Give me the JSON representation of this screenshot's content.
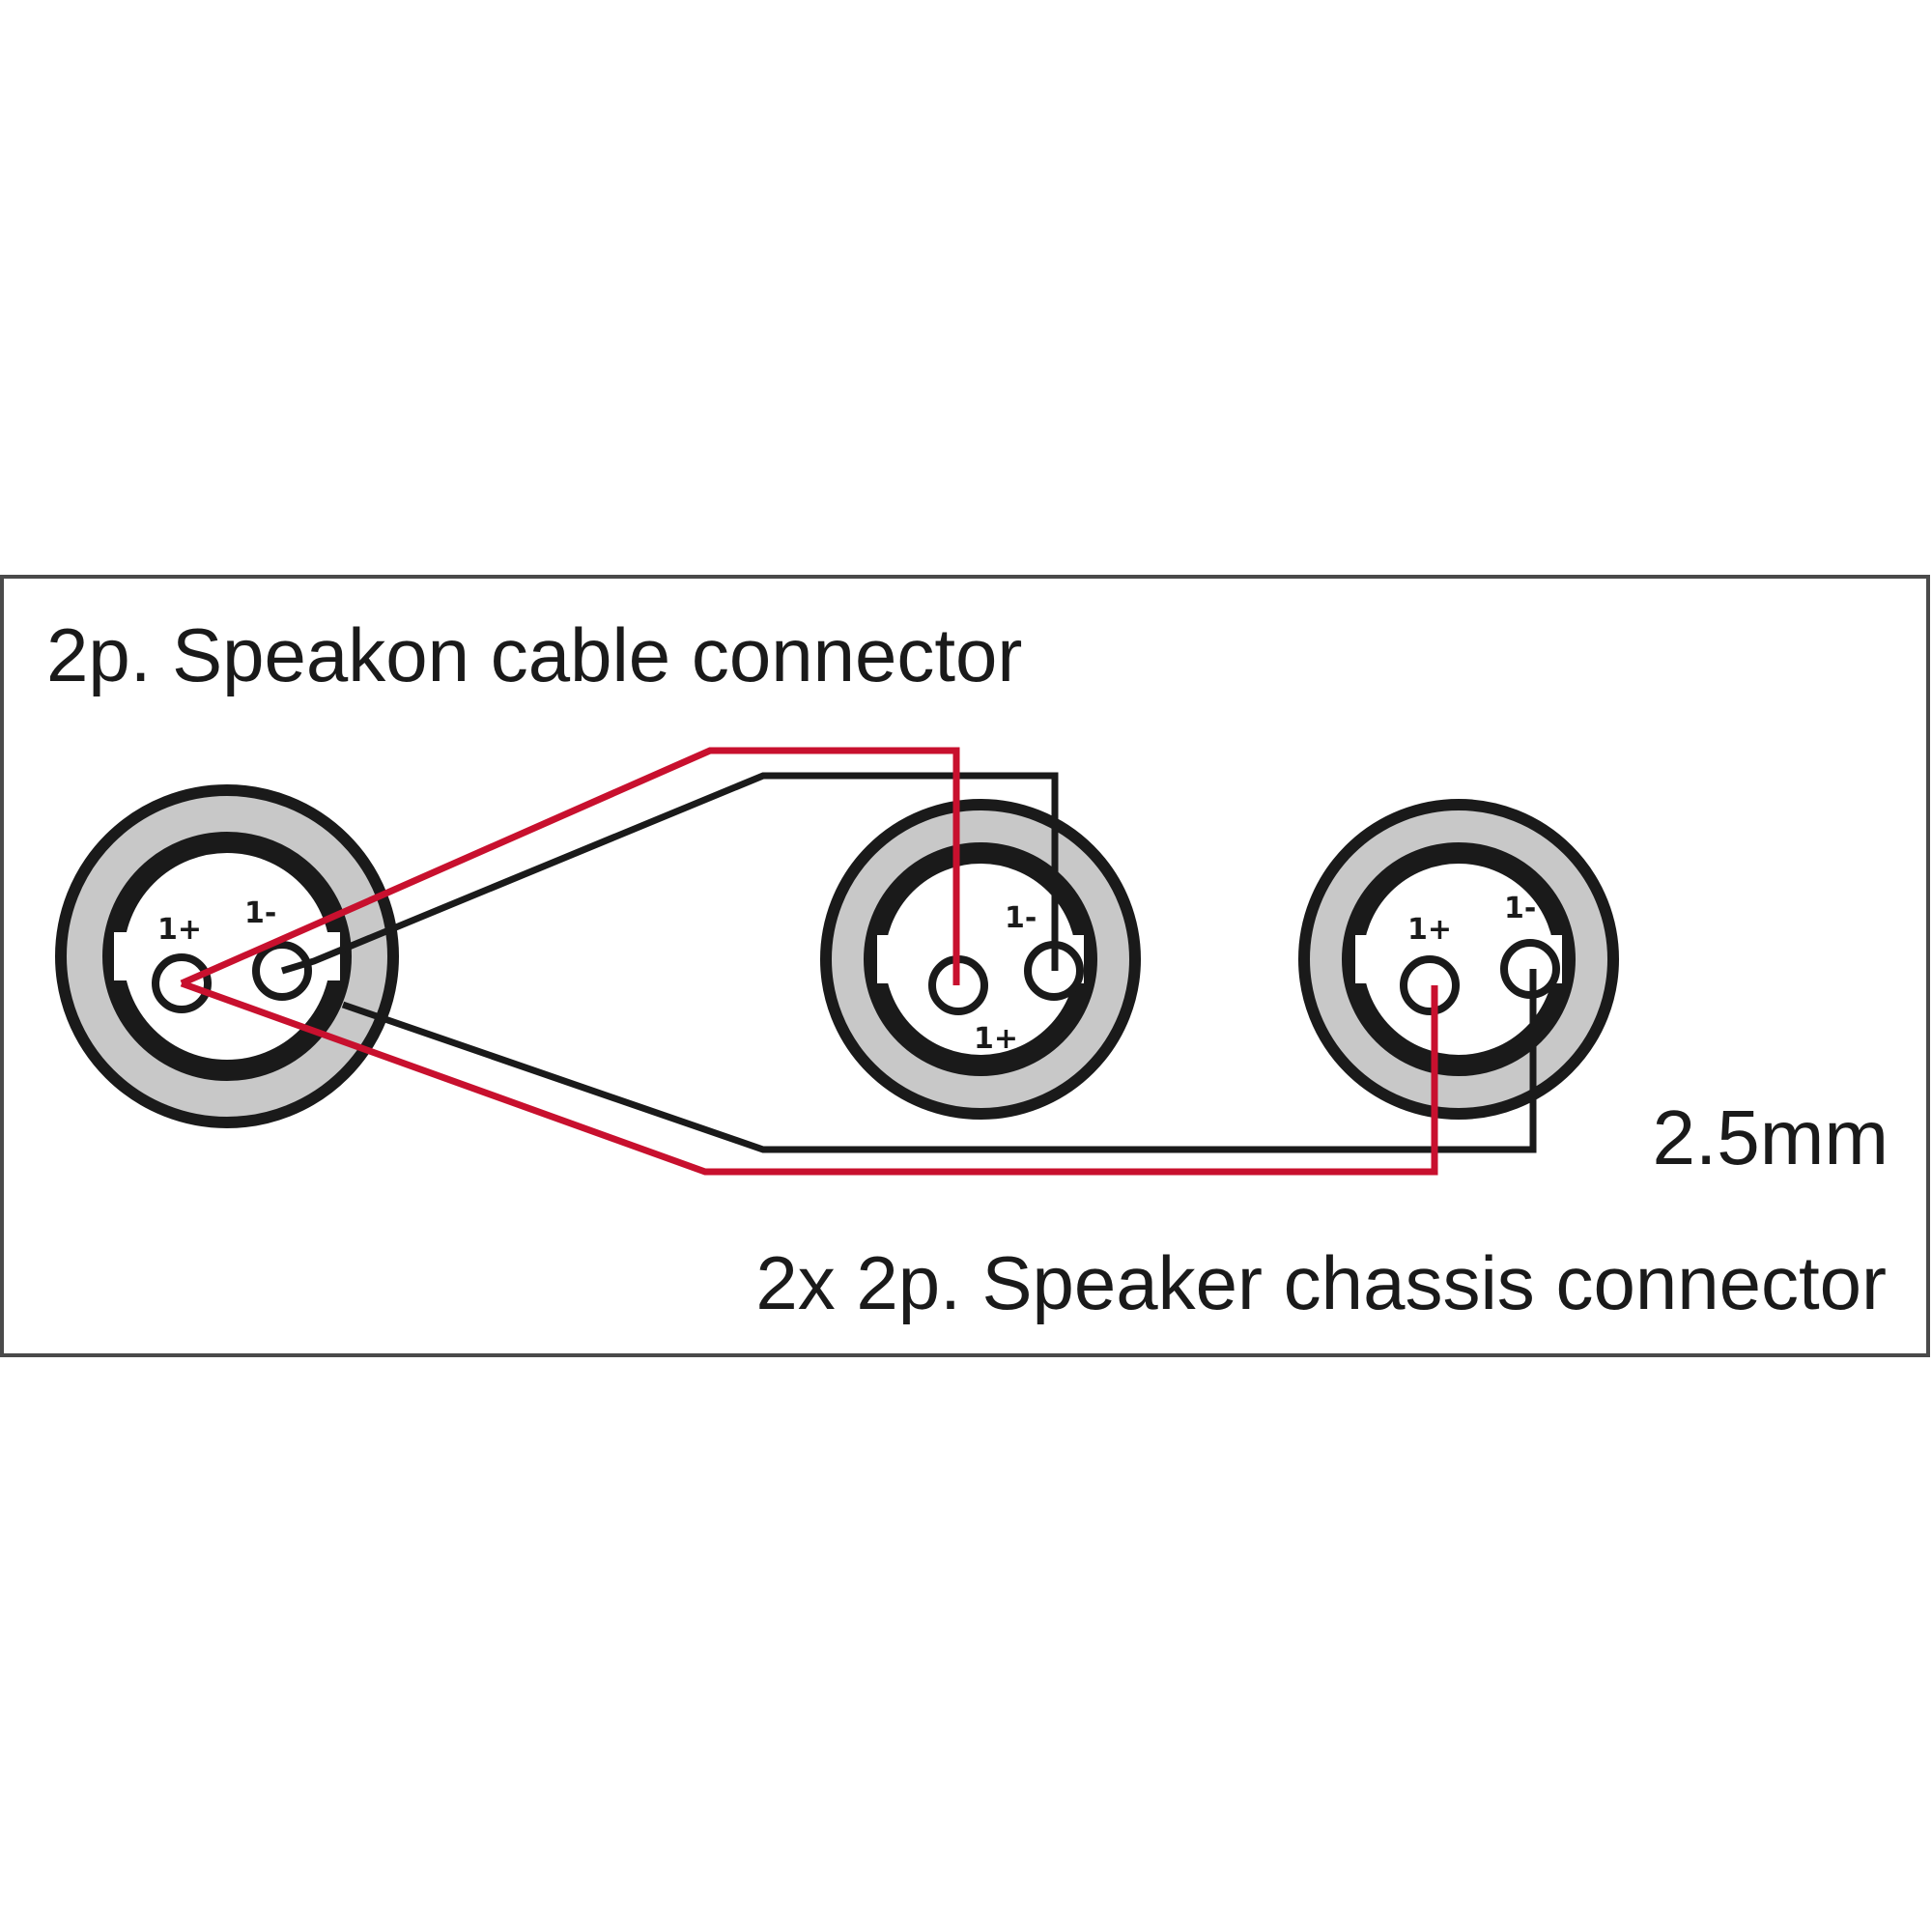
{
  "labels": {
    "cable_connector": "2p. Speakon cable connector",
    "chassis_connector": "2x 2p. Speaker chassis connector",
    "cable_size": "2.5mm"
  },
  "pins": {
    "plus": "1+",
    "minus": "1-"
  },
  "colors": {
    "wire_positive": "#c8102e",
    "wire_negative": "#1a1a1a",
    "connector_ring": "#c8c8c8",
    "frame": "#4a4a4a"
  }
}
